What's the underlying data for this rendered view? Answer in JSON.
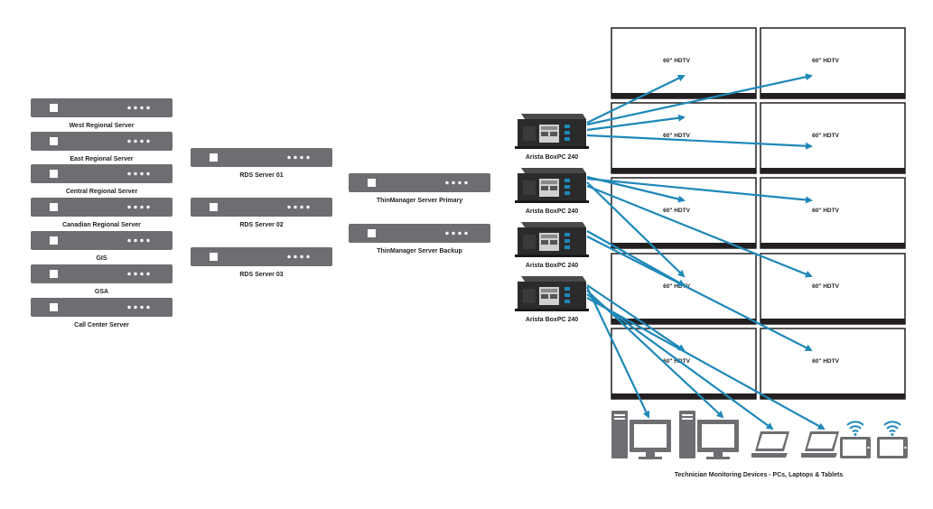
{
  "servers_regional": [
    {
      "label": "West Regional Server"
    },
    {
      "label": "East Regional Server"
    },
    {
      "label": "Central Regional Server"
    },
    {
      "label": "Canadian Regional Server"
    },
    {
      "label": "GIS"
    },
    {
      "label": "GSA"
    },
    {
      "label": "Call Center Server"
    }
  ],
  "servers_rds": [
    {
      "label": "RDS Server 01"
    },
    {
      "label": "RDS Server 02"
    },
    {
      "label": "RDS Server 03"
    }
  ],
  "servers_thinmanager": [
    {
      "label": "ThinManager Server Primary"
    },
    {
      "label": "ThinManager Server Backup"
    }
  ],
  "boxpcs": [
    {
      "label": "Arista BoxPC 240"
    },
    {
      "label": "Arista BoxPC 240"
    },
    {
      "label": "Arista BoxPC 240"
    },
    {
      "label": "Arista BoxPC 240"
    }
  ],
  "tvs": [
    {
      "label": "60\" HDTV"
    },
    {
      "label": "60\" HDTV"
    },
    {
      "label": "60\" HDTV"
    },
    {
      "label": "60\" HDTV"
    },
    {
      "label": "60\" HDTV"
    },
    {
      "label": "60\" HDTV"
    },
    {
      "label": "60\" HDTV"
    },
    {
      "label": "60\" HDTV"
    },
    {
      "label": "60\" HDTV"
    },
    {
      "label": "60\" HDTV"
    }
  ],
  "devices_caption": "Technician Monitoring Devices - PCs, Laptops & Tablets",
  "colors": {
    "server": "#6d6e71",
    "arrow": "#1e88b8",
    "tv_border": "#231f20",
    "device": "#6d6e71",
    "wifi": "#1e88b8"
  },
  "icons": {
    "pc": "desktop-pc-icon",
    "laptop": "laptop-icon",
    "tablet": "tablet-icon",
    "wifi": "wifi-icon"
  }
}
